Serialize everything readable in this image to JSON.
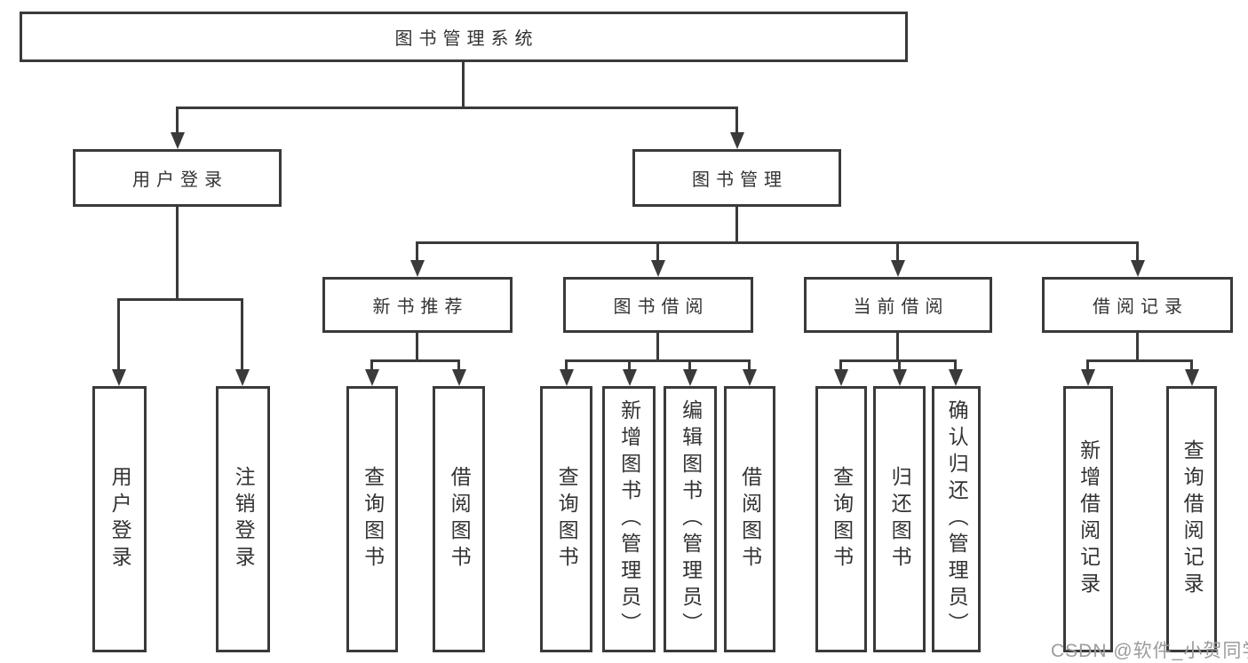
{
  "watermark": "CSDN @软件_小贺同学",
  "colors": {
    "line": "#3a3a3a",
    "text": "#333333",
    "watermark": "#9c9c9c",
    "background": "#ffffff"
  },
  "tree": {
    "root": "图书管理系统",
    "branches": [
      {
        "label": "用户登录",
        "children": [
          "用户登录",
          "注销登录"
        ]
      },
      {
        "label": "图书管理",
        "groups": [
          {
            "label": "新书推荐",
            "children": [
              "查询图书",
              "借阅图书"
            ]
          },
          {
            "label": "图书借阅",
            "children": [
              "查询图书",
              "新增图书（管理员）",
              "编辑图书（管理员）",
              "借阅图书"
            ]
          },
          {
            "label": "当前借阅",
            "children": [
              "查询图书",
              "归还图书",
              "确认归还（管理员）"
            ]
          },
          {
            "label": "借阅记录",
            "children": [
              "新增借阅记录",
              "查询借阅记录"
            ]
          }
        ]
      }
    ]
  }
}
